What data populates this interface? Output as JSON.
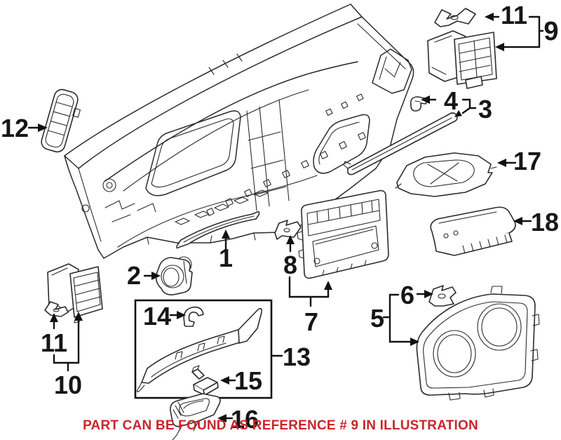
{
  "figure": {
    "caption": "PART CAN BE FOUND AS REFERENCE # 9 IN ILLUSTRATION",
    "colors": {
      "caption": "#c9252b",
      "line_art": "#2b2b2b",
      "labels": "#161616",
      "background": "#ffffff"
    },
    "callouts": {
      "c1": "1",
      "c2": "2",
      "c3": "3",
      "c4": "4",
      "c5": "5",
      "c6": "6",
      "c7": "7",
      "c8": "8",
      "c9": "9",
      "c10": "10",
      "c11": "11",
      "c12": "12",
      "c13": "13",
      "c14": "14",
      "c15": "15",
      "c16": "16",
      "c17": "17",
      "c18": "18"
    }
  }
}
